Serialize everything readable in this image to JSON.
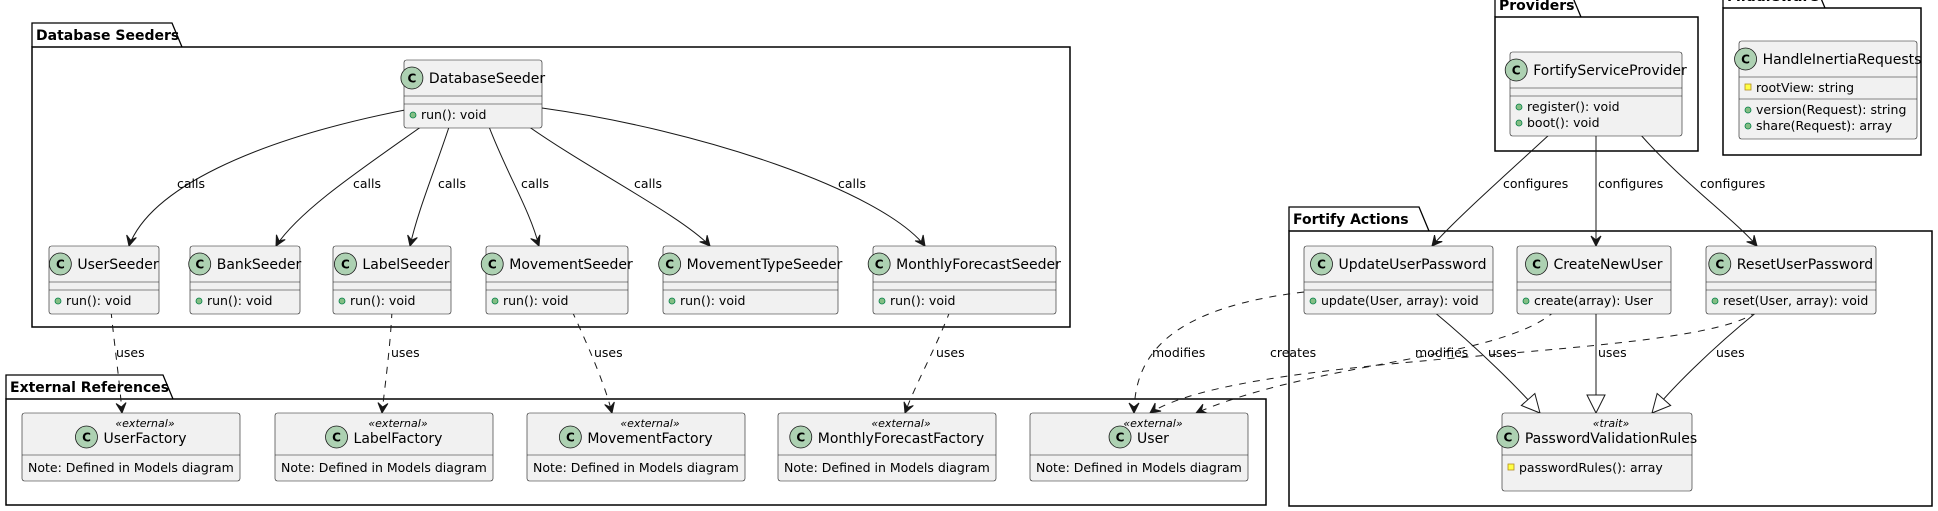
{
  "packages": {
    "seeders": {
      "title": "Database Seeders"
    },
    "external": {
      "title": "External References"
    },
    "providers": {
      "title": "Providers"
    },
    "middleware": {
      "title": "Middleware"
    },
    "fortify": {
      "title": "Fortify Actions"
    }
  },
  "classes": {
    "database_seeder": {
      "name": "DatabaseSeeder",
      "members": [
        "run(): void"
      ]
    },
    "user_seeder": {
      "name": "UserSeeder",
      "members": [
        "run(): void"
      ]
    },
    "bank_seeder": {
      "name": "BankSeeder",
      "members": [
        "run(): void"
      ]
    },
    "label_seeder": {
      "name": "LabelSeeder",
      "members": [
        "run(): void"
      ]
    },
    "movement_seeder": {
      "name": "MovementSeeder",
      "members": [
        "run(): void"
      ]
    },
    "movement_type_seeder": {
      "name": "MovementTypeSeeder",
      "members": [
        "run(): void"
      ]
    },
    "monthly_forecast_seeder": {
      "name": "MonthlyForecastSeeder",
      "members": [
        "run(): void"
      ]
    },
    "user_factory": {
      "name": "UserFactory",
      "stereotype": "«external»",
      "members": [
        "Note: Defined in Models diagram"
      ]
    },
    "label_factory": {
      "name": "LabelFactory",
      "stereotype": "«external»",
      "members": [
        "Note: Defined in Models diagram"
      ]
    },
    "movement_factory": {
      "name": "MovementFactory",
      "stereotype": "«external»",
      "members": [
        "Note: Defined in Models diagram"
      ]
    },
    "monthly_forecast_factory": {
      "name": "MonthlyForecastFactory",
      "stereotype": "«external»",
      "members": [
        "Note: Defined in Models diagram"
      ]
    },
    "user": {
      "name": "User",
      "stereotype": "«external»",
      "members": [
        "Note: Defined in Models diagram"
      ]
    },
    "fortify_service_provider": {
      "name": "FortifyServiceProvider",
      "members": [
        "register(): void",
        "boot(): void"
      ]
    },
    "handle_inertia_requests": {
      "name": "HandleInertiaRequests",
      "fields": [
        "rootView: string"
      ],
      "members": [
        "version(Request): string",
        "share(Request): array"
      ]
    },
    "update_user_password": {
      "name": "UpdateUserPassword",
      "members": [
        "update(User, array): void"
      ]
    },
    "create_new_user": {
      "name": "CreateNewUser",
      "members": [
        "create(array): User"
      ]
    },
    "reset_user_password": {
      "name": "ResetUserPassword",
      "members": [
        "reset(User, array): void"
      ]
    },
    "password_validation_rules": {
      "name": "PasswordValidationRules",
      "stereotype": "«trait»",
      "fields": [
        "passwordRules(): array"
      ],
      "members": []
    }
  },
  "class_letter": "C",
  "edge_labels": {
    "calls": "calls",
    "uses": "uses",
    "configures": "configures",
    "modifies": "modifies",
    "creates": "creates"
  },
  "colors": {
    "class_fill": "#f1f1f1",
    "class_circle": "#add1b2",
    "public_marker": "#84be84",
    "protected_marker": "#ffff44"
  }
}
